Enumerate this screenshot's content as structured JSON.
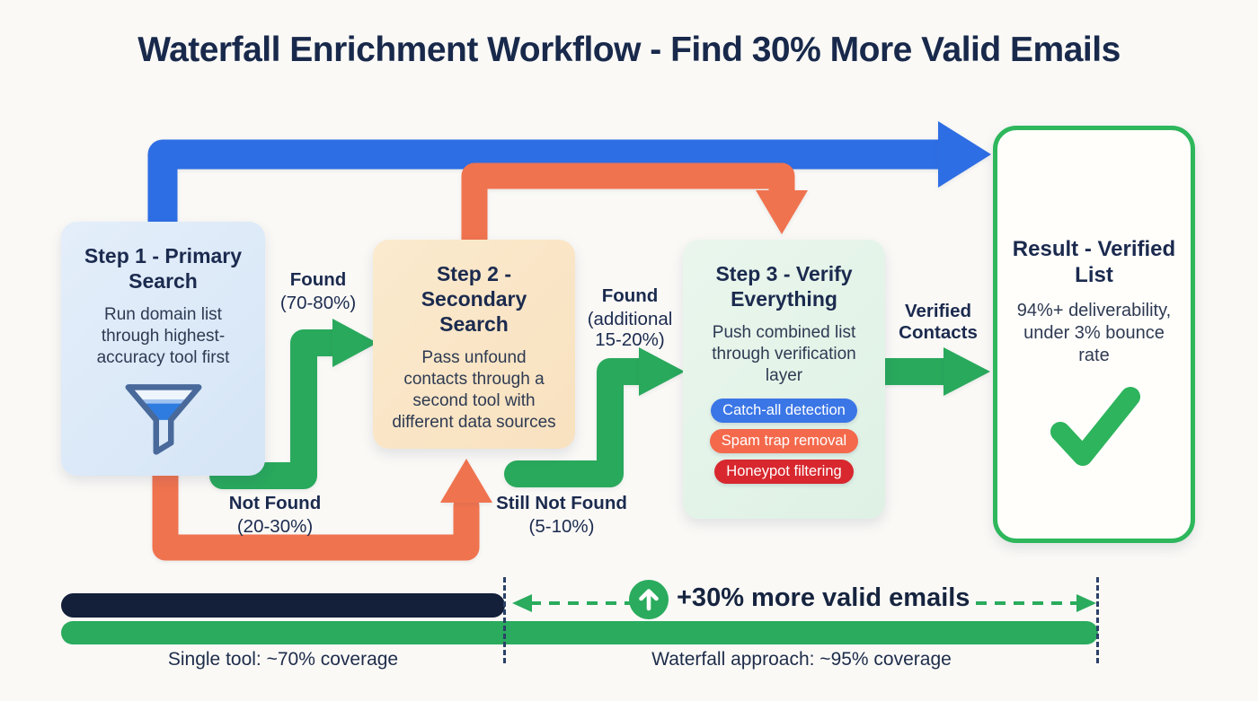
{
  "title": "Waterfall Enrichment Workflow - Find 30% More Valid Emails",
  "steps": [
    {
      "name": "step-1",
      "title": "Step 1 - Primary Search",
      "body": "Run domain list through highest-accuracy tool first",
      "icon": "funnel-icon"
    },
    {
      "name": "step-2",
      "title": "Step 2 - Secondary Search",
      "body": "Pass unfound contacts through a second tool with different data sources"
    },
    {
      "name": "step-3",
      "title": "Step 3 - Verify Everything",
      "body": "Push combined list through verification layer",
      "pills": [
        {
          "label": "Catch-all detection",
          "color": "#3b76e6"
        },
        {
          "label": "Spam trap removal",
          "color": "#f4694b"
        },
        {
          "label": "Honeypot filtering",
          "color": "#d8272e"
        }
      ]
    },
    {
      "name": "result",
      "title": "Result - Verified List",
      "body": "94%+ deliverability, under 3% bounce rate",
      "icon": "checkmark-icon"
    }
  ],
  "edge_labels": {
    "found_primary": {
      "title": "Found",
      "detail": "(70-80%)"
    },
    "found_secondary": {
      "title": "Found",
      "detail": "(additional 15-20%)"
    },
    "not_found": {
      "title": "Not Found",
      "detail": "(20-30%)"
    },
    "still_not_found": {
      "title": "Still Not Found",
      "detail": "(5-10%)"
    },
    "verified": {
      "title": "Verified Contacts"
    }
  },
  "comparison": {
    "single_tool_caption": "Single tool: ~70% coverage",
    "waterfall_caption": "Waterfall approach: ~95% coverage",
    "gain_label": "+30% more valid emails",
    "gain_icon": "up-arrow-circle-icon"
  },
  "colors": {
    "background": "#faf9f6",
    "title_navy": "#18294b",
    "blue_arrow": "#2e6ee4",
    "green_arrow": "#29a95c",
    "orange_arrow": "#f0734f",
    "single_tool_bar": "#141f3a",
    "waterfall_bar": "#2aab5d",
    "result_border": "#2eb75c",
    "step1_fill": "#d9e7f7",
    "step2_fill": "#f9e5c7",
    "step3_fill": "#e4f4e9",
    "pill_blue": "#3b76e6",
    "pill_orange": "#f4694b",
    "pill_red": "#d8272e"
  }
}
